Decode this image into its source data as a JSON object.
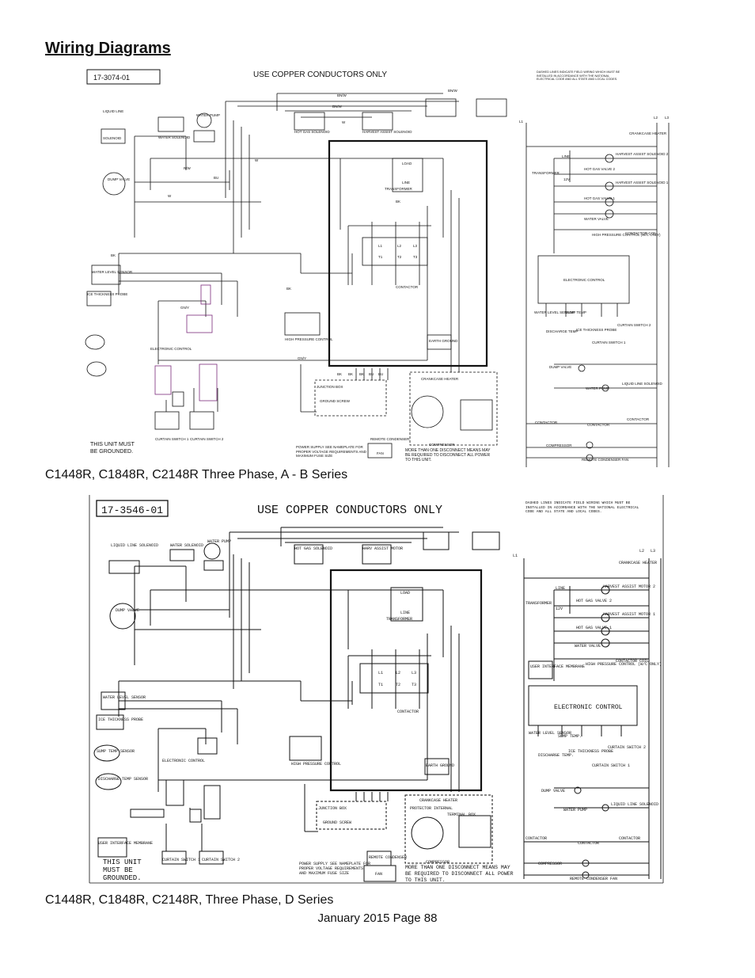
{
  "page": {
    "title": "Wiring Diagrams",
    "footer": "January 2015 Page 88"
  },
  "diagram_a": {
    "part_number": "17-3074-01",
    "header": "USE COPPER CONDUCTORS ONLY",
    "caption": "C1448R, C1848R, C2148R Three Phase, A - B Series",
    "ground_note": "THIS UNIT MUST BE GROUNDED.",
    "disconnect_note": "MORE THAN ONE DISCONNECT MEANS MAY BE REQUIRED TO DISCONNECT ALL POWER TO THIS UNIT.",
    "warning_note": "DASHED LINES INDICATE FIELD WIRING WHICH MUST BE INSTALLED IN ACCORDANCE WITH THE NATIONAL ELECTRICAL CODE AND ALL STATE AND LOCAL CODES.",
    "components": {
      "liquid_line": "LIQUID LINE",
      "solenoid": "SOLENOID",
      "water_solenoid": "WATER SOLENOID",
      "water_pump": "WATER PUMP",
      "hot_gas_solenoid": "HOT GAS SOLENOID",
      "harvest_assist": "HARVEST ASSIST SOLENOID",
      "dump_valve": "DUMP VALVE",
      "load": "LOAD",
      "line": "LINE",
      "transformer": "TRANSFORMER",
      "contactor": "CONTACTOR",
      "water_level_sensor": "WATER LEVEL SENSOR",
      "ice_thickness_probe": "ICE THICKNESS PROBE",
      "high_pressure_control": "HIGH PRESSURE CONTROL",
      "earth_ground": "EARTH GROUND",
      "electronic_control": "ELECTRONIC CONTROL",
      "junction_box": "JUNCTION BOX",
      "ground_screw": "GROUND SCREW",
      "crankcase_heater": "CRANKCASE HEATER",
      "compressor": "COMPRESSOR",
      "curtain_switch_1": "CURTAIN SWITCH 1",
      "curtain_switch_2": "CURTAIN SWITCH 2",
      "remote_condenser": "REMOTE CONDENSER",
      "fan": "FAN",
      "power_supply": "POWER SUPPLY SEE NAMEPLATE FOR PROPER VOLTAGE REQUIREMENTS AND MAXIMUM FUSE SIZE"
    },
    "wire_colors": [
      "BN/W",
      "BN/W",
      "BN/W",
      "W",
      "W",
      "R/W",
      "BU",
      "W",
      "BK",
      "BK",
      "BK",
      "GN/Y",
      "GN/Y",
      "BK",
      "BK",
      "BK",
      "BU",
      "BU"
    ],
    "terminals": [
      "L1",
      "L2",
      "L3",
      "T1",
      "T2",
      "T3"
    ]
  },
  "ladder_a": {
    "supply": [
      "L1",
      "L2",
      "L3"
    ],
    "rungs": [
      "CRANKCASE HEATER",
      "HARVEST ASSIST SOLENOID 2",
      "HOT GAS VALVE 2",
      "HARVEST ASSIST SOLENOID 1",
      "HOT GAS VALVE 1",
      "WATER VALVE",
      "HIGH PRESSURE CONTROL (W/C ONLY)",
      "CONTACTOR COIL"
    ],
    "transformer": "TRANSFORMER",
    "volts": "12V",
    "line": "LINE",
    "control": "ELECTRONIC CONTROL",
    "inputs": [
      "WATER LEVEL SENSOR",
      "DUMP TEMP",
      "DISCHARGE TEMP",
      "ICE THICKNESS PROBE",
      "CURTAIN SWITCH 1",
      "CURTAIN SWITCH 2"
    ],
    "outputs": [
      "DUMP VALVE",
      "WATER PUMP",
      "LIQUID LINE SOLENOID"
    ],
    "bottom": [
      "CONTACTOR",
      "CONTACTOR",
      "CONTACTOR",
      "COMPRESSOR",
      "REMOTE CONDENSER FAN"
    ]
  },
  "diagram_d": {
    "part_number": "17-3546-01",
    "header": "USE COPPER CONDUCTORS ONLY",
    "caption": "C1448R, C1848R, C2148R, Three Phase, D Series",
    "ground_note": "THIS UNIT MUST BE GROUNDED.",
    "disconnect_note": "MORE THAN ONE DISCONNECT MEANS MAY BE REQUIRED TO DISCONNECT ALL POWER TO THIS UNIT.",
    "warning_note": "DASHED LINES INDICATE FIELD WIRING WHICH MUST BE INSTALLED IN ACCORDANCE WITH THE NATIONAL ELECTRICAL CODE AND ALL STATE AND LOCAL CODES.",
    "components": {
      "liquid_line_solenoid": "LIQUID LINE SOLENOID",
      "water_solenoid": "WATER SOLENOID",
      "water_pump": "WATER PUMP",
      "hot_gas_solenoid": "HOT GAS SOLENOID",
      "harvest_assist": "HARV ASSIST MOTOR",
      "dump_valve": "DUMP VALVE",
      "load": "LOAD",
      "line": "LINE",
      "transformer": "TRANSFORMER",
      "contactor": "CONTACTOR",
      "water_level_sensor": "WATER LEVEL SENSOR",
      "ice_thickness_probe": "ICE THICKNESS PROBE",
      "sump_temp_sensor": "SUMP TEMP SENSOR",
      "discharge_temp_sensor": "DISCHARGE TEMP SENSOR",
      "user_interface": "USER INTERFACE MEMBRANE",
      "high_pressure_control": "HIGH PRESSURE CONTROL",
      "earth_ground": "EARTH GROUND",
      "electronic_control": "ELECTRONIC CONTROL",
      "junction_box": "JUNCTION BOX",
      "ground_screw": "GROUND SCREW",
      "crankcase_heater": "CRANKCASE HEATER",
      "compressor": "COMPRESSOR",
      "protector": "PROTECTOR INTERNAL",
      "terminal_box": "TERMINAL BOX",
      "curtain_switch_1": "CURTAIN SWITCH 1",
      "curtain_switch_2": "CURTAIN SWITCH 2",
      "remote_condenser": "REMOTE CONDENSER",
      "fan": "FAN",
      "power_supply": "POWER SUPPLY SEE NAMEPLATE FOR PROPER VOLTAGE REQUIREMENTS AND MAXIMUM FUSE SIZE"
    },
    "terminals": [
      "L1",
      "L2",
      "L3",
      "T1",
      "T2",
      "T3"
    ]
  },
  "ladder_d": {
    "supply": [
      "L1",
      "L2",
      "L3"
    ],
    "rungs": [
      "CRANKCASE HEATER",
      "HARVEST ASSIST MOTOR 2",
      "HOT GAS VALVE 2",
      "HARVEST ASSIST MOTOR 1",
      "HOT GAS VALVE 1",
      "WATER VALVE",
      "HIGH PRESSURE CONTROL (W/C ONLY)",
      "CONTACTOR COIL"
    ],
    "transformer": "TRANSFORMER",
    "volts": "12V",
    "line": "LINE",
    "control": "ELECTRONIC CONTROL",
    "user_interface": "USER INTERFACE MEMBRANE",
    "inputs": [
      "WATER LEVEL SENSOR",
      "SUMP TEMP.",
      "DISCHARGE TEMP.",
      "ICE THICKNESS PROBE",
      "CURTAIN SWITCH 1",
      "CURTAIN SWITCH 2"
    ],
    "outputs": [
      "DUMP VALVE",
      "WATER PUMP",
      "LIQUID LINE SOLENOID"
    ],
    "bottom": [
      "CONTACTOR",
      "CONTACTOR",
      "CONTACTOR",
      "COMPRESSOR",
      "REMOTE CONDENSER FAN"
    ]
  }
}
